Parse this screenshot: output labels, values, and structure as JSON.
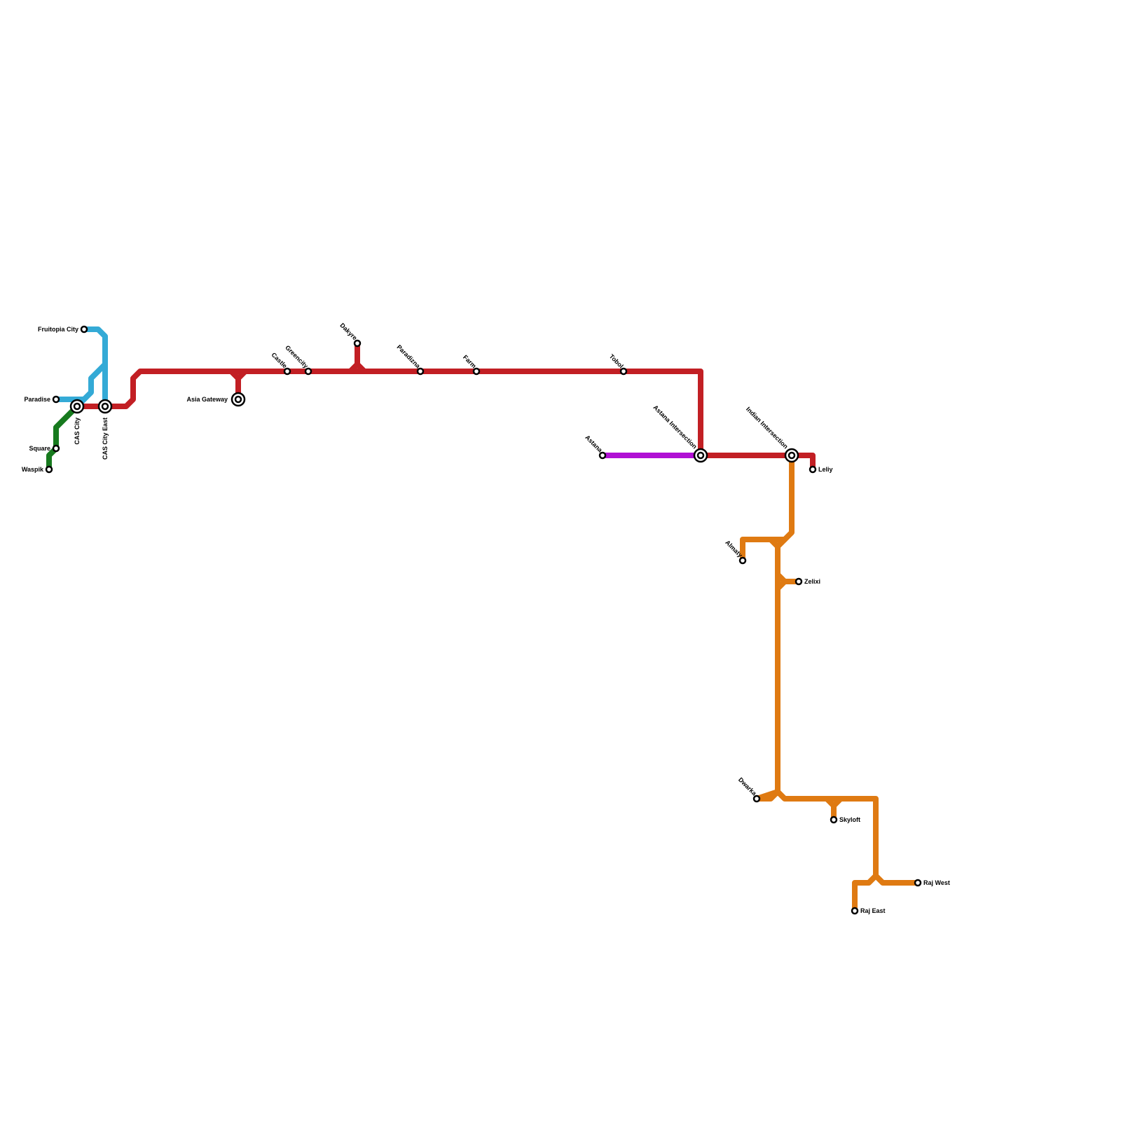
{
  "lines": [
    {
      "id": "red",
      "color": "#c21f24"
    },
    {
      "id": "blue",
      "color": "#34aad6"
    },
    {
      "id": "green",
      "color": "#177a1e"
    },
    {
      "id": "purple",
      "color": "#b010d4"
    },
    {
      "id": "orange",
      "color": "#df7a12"
    }
  ],
  "stations": {
    "fruitopia_city": "Fruitopia City",
    "paradise": "Paradise",
    "cas_city": "CAS City",
    "cas_city_east": "CAS City East",
    "square": "Square",
    "waspik": "Waspik",
    "asia_gateway": "Asia Gateway",
    "castle": "Castle",
    "greencity": "Greencity",
    "dakyre": "Dakyre",
    "paradizna": "Paradizna",
    "farm": "Farm",
    "tobol": "Tobol",
    "astana": "Astana",
    "astana_intersection": "Astana Intersection",
    "indian_intersection": "Indian Intersection",
    "leliy": "Leliy",
    "almaty": "Almaty",
    "zelixi": "Zelixi",
    "dwarka": "Dwarka",
    "skyloft": "Skyloft",
    "raj_west": "Raj West",
    "raj_east": "Raj East"
  }
}
